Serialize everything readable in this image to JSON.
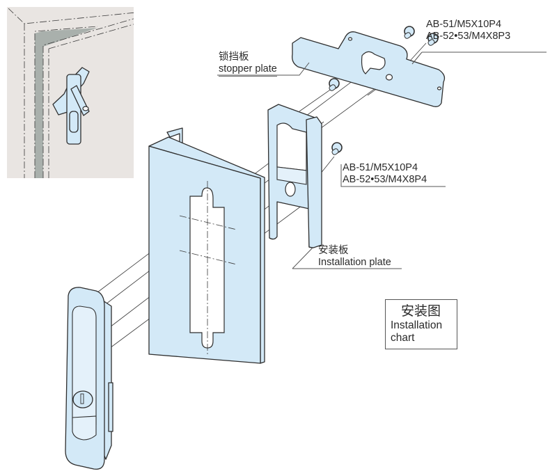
{
  "diagram": {
    "title": {
      "cn": "安装图",
      "en_line1": "Installation",
      "en_line2": "chart"
    },
    "labels": {
      "stopper_plate": {
        "cn": "锁挡板",
        "en": "stopper plate"
      },
      "installation_plate": {
        "cn": "安装板",
        "en": "Installation plate"
      },
      "screws_top": {
        "line1": "AB-51/M5X10P4",
        "line2": "AB-52•53/M4X8P3"
      },
      "screws_middle": {
        "line1": "AB-51/M5X10P4",
        "line2": "AB-52•53/M4X8P4"
      }
    },
    "parts": [
      "inset-cabinet-view",
      "latch-handle",
      "door-panel",
      "installation-plate",
      "stopper-plate",
      "screws"
    ],
    "colors": {
      "part_fill": "#d3e9f7",
      "inset_bg": "#e9e5e2",
      "inset_frame": "#a9b0ac",
      "line": "#2e2e2e"
    }
  }
}
